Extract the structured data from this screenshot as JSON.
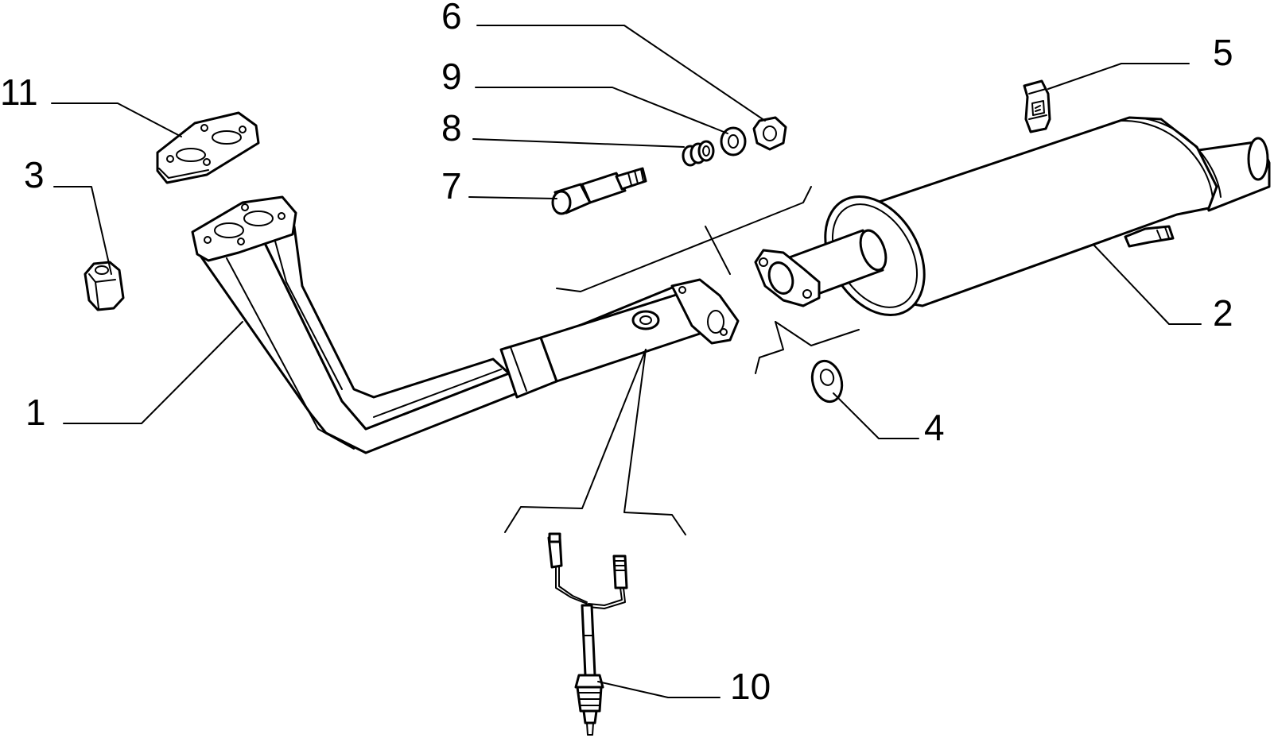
{
  "callouts": [
    {
      "id": "1",
      "label": "1"
    },
    {
      "id": "2",
      "label": "2"
    },
    {
      "id": "3",
      "label": "3"
    },
    {
      "id": "4",
      "label": "4"
    },
    {
      "id": "5",
      "label": "5"
    },
    {
      "id": "6",
      "label": "6"
    },
    {
      "id": "7",
      "label": "7"
    },
    {
      "id": "8",
      "label": "8"
    },
    {
      "id": "9",
      "label": "9"
    },
    {
      "id": "10",
      "label": "10"
    },
    {
      "id": "11",
      "label": "11"
    }
  ],
  "colors": {
    "ink": "#000000",
    "paper": "#ffffff"
  }
}
